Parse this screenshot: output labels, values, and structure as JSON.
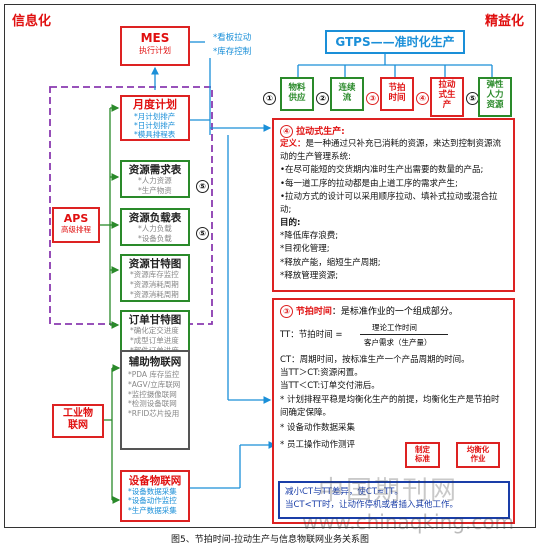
{
  "header": {
    "left_title": "信息化",
    "right_title": "精益化"
  },
  "mes": {
    "title": "MES",
    "subtitle": "执行计划",
    "links": [
      "*看板拉动",
      "*库存控制"
    ]
  },
  "gtps": {
    "title": "GTPS——准时化生产"
  },
  "pillars": [
    {
      "num": "①",
      "label": "物料\n供应",
      "color": "green"
    },
    {
      "num": "②",
      "label": "连续\n流",
      "color": "green"
    },
    {
      "num": "③",
      "label": "节拍\n时间",
      "color": "red"
    },
    {
      "num": "④",
      "label": "拉动\n式生\n产",
      "color": "red"
    },
    {
      "num": "⑤",
      "label": "弹性\n人力\n资源",
      "color": "green"
    }
  ],
  "aps": {
    "title": "APS",
    "subtitle": "高级排程"
  },
  "monthly": {
    "title": "月度计划",
    "items": [
      "*月计划排产",
      "*日计划排产",
      "*模具排程表"
    ]
  },
  "plan_boxes": [
    {
      "title": "资源需求表",
      "items": [
        "*人力资源",
        "*生产物资"
      ],
      "num": "⑤"
    },
    {
      "title": "资源负载表",
      "items": [
        "*人力负载",
        "*设备负载"
      ],
      "num": "⑤"
    },
    {
      "title": "资源甘特图",
      "items": [
        "*资源库存监控",
        "*资源消耗周期",
        "*资源消耗周期"
      ],
      "num": ""
    },
    {
      "title": "订单甘特图",
      "items": [
        "*确化定交进度",
        "*成型订单进度",
        "*部件订单进度"
      ],
      "num": ""
    }
  ],
  "aux_iot": {
    "title": "辅助物联网",
    "items": [
      "*PDA 库存监控",
      "*AGV/立库联网",
      "*监控摄像联网",
      "*检测设备联网",
      "*RFID芯片投用"
    ]
  },
  "industrial_iot": {
    "title": "工业物\n联网"
  },
  "equip_iot": {
    "title": "设备物联网",
    "items": [
      "*设备数据采集",
      "*设备动作监控",
      "*生产数据采集"
    ]
  },
  "pull": {
    "num": "④",
    "heading": "拉动式生产:",
    "def_label": "定义",
    "def_text": "是一种通过只补充已消耗的资源，来达到控制资源流动的生产管理系统:",
    "bullets": [
      "•在尽可能短的交货期内准时生产出需要的数量的产品;",
      "•每一道工序的拉动都是由上道工序的需求产生;",
      "•拉动方式的设计可以采用顺序拉动、填补式拉动或混合拉动;"
    ],
    "goal_label": "目的:",
    "goals": [
      "*降低库存浪费;",
      "*目视化管理;",
      "*释放产能，缩短生产周期;",
      "*释放管理资源;"
    ]
  },
  "takt": {
    "num": "③",
    "heading": "节拍时间",
    "heading_tail": "：是标准作业的一个组成部分。",
    "tt_label": "TT：节拍时间 =",
    "numerator": "理论工作时间",
    "denominator": "客户需求（生产量）",
    "ct_text": "CT：周期时间，按标准生产一个产品周期的时间。",
    "gt_text": "当TT＞CT:资源闲置。",
    "lt_text": "当TT＜CT:订单交付滞后。",
    "red_note": "* 计划排程平稳是均衡化生产的前提，均衡化生产是节拍时间确定保障。",
    "collect": "* 设备动作数据采集",
    "measure": "* 员工操作动作测评",
    "std_box": "制定\n标准",
    "level_box": "均衡化\n作业",
    "bottom_1": "减小CT与TT差异，使CT≈TT。",
    "bottom_2": "当CT<TT时，让动作停机或者插入其他工作。"
  },
  "watermark": {
    "cn": "中国期刊网",
    "url": "www.chinaqking.com"
  },
  "caption": "图5、节拍时间-拉动生产与信息物联网业务关系图",
  "colors": {
    "red": "#d22222",
    "green": "#2a8a2a",
    "blue": "#1a8fd8",
    "purple": "#8a3ab0"
  }
}
